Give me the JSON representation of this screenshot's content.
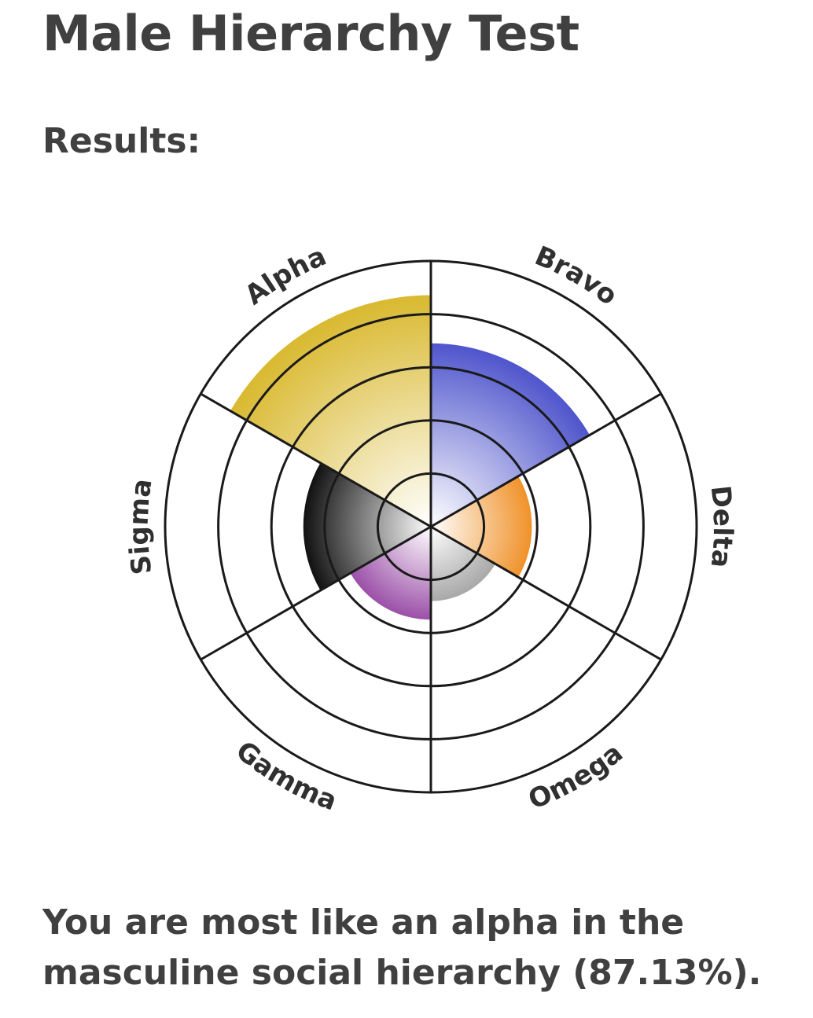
{
  "page": {
    "title": "Male Hierarchy Test",
    "results_heading": "Results:",
    "result_text": "You are most like an alpha in the masculine social hierarchy (87.13%)."
  },
  "chart_data": {
    "type": "polar-area",
    "categories": [
      "Alpha",
      "Bravo",
      "Delta",
      "Omega",
      "Gamma",
      "Sigma"
    ],
    "values": [
      87.13,
      69,
      38,
      28,
      35,
      48
    ],
    "value_range": [
      0,
      100
    ],
    "ring_count": 5,
    "colors": {
      "Alpha": "#d9b930",
      "Bravo": "#4f55cc",
      "Delta": "#f0922a",
      "Omega": "#a8a8a8",
      "Gamma": "#9b50a8",
      "Sigma": "#111111"
    }
  }
}
